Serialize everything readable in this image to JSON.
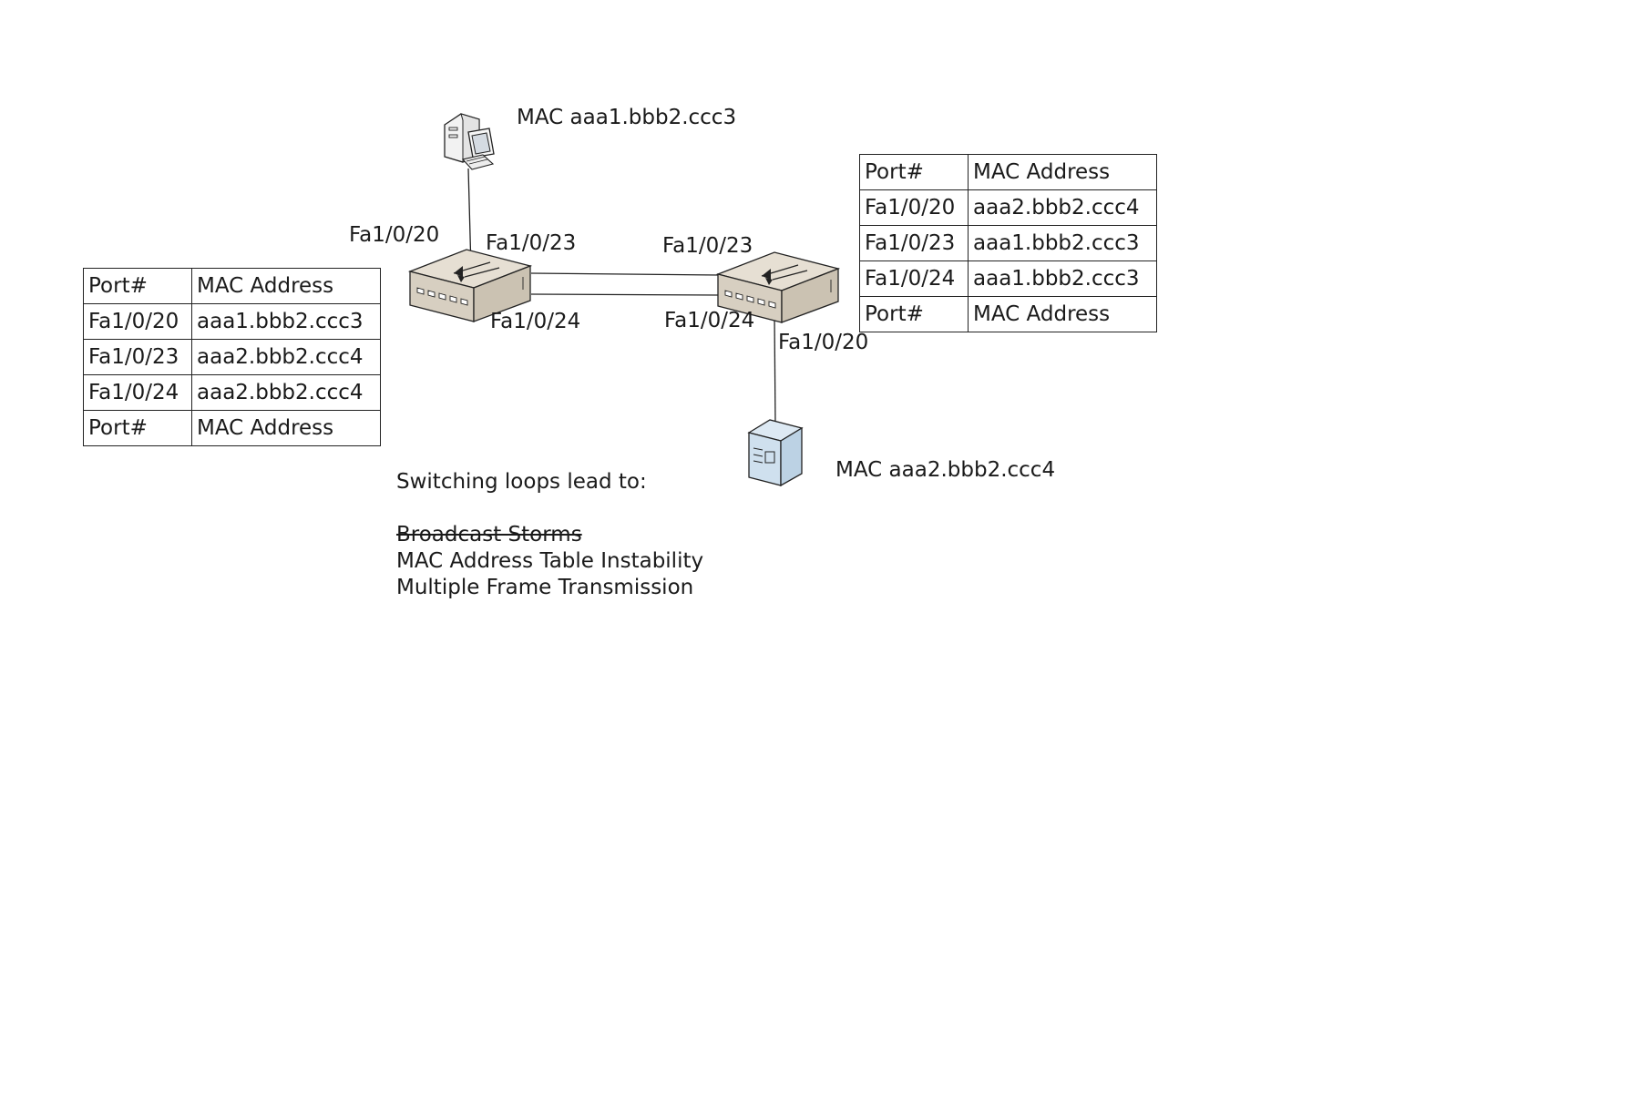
{
  "hosts": {
    "pc": {
      "label": "MAC aaa1.bbb2.ccc3"
    },
    "server": {
      "label": "MAC aaa2.bbb2.ccc4"
    }
  },
  "ports": {
    "sw1_fa20": "Fa1/0/20",
    "sw1_fa23": "Fa1/0/23",
    "sw1_fa24": "Fa1/0/24",
    "sw2_fa23": "Fa1/0/23",
    "sw2_fa24": "Fa1/0/24",
    "sw2_fa20": "Fa1/0/20"
  },
  "left_table": {
    "rows": [
      [
        "Port#",
        "MAC Address"
      ],
      [
        "Fa1/0/20",
        "aaa1.bbb2.ccc3"
      ],
      [
        "Fa1/0/23",
        "aaa2.bbb2.ccc4"
      ],
      [
        "Fa1/0/24",
        "aaa2.bbb2.ccc4"
      ],
      [
        "Port#",
        "MAC Address"
      ]
    ]
  },
  "right_table": {
    "rows": [
      [
        "Port#",
        "MAC Address"
      ],
      [
        "Fa1/0/20",
        "aaa2.bbb2.ccc4"
      ],
      [
        "Fa1/0/23",
        "aaa1.bbb2.ccc3"
      ],
      [
        "Fa1/0/24",
        "aaa1.bbb2.ccc3"
      ],
      [
        "Port#",
        "MAC Address"
      ]
    ]
  },
  "notes": {
    "heading": "Switching loops lead to:",
    "items": [
      {
        "text": "Broadcast Storms",
        "struck": true
      },
      {
        "text": "MAC Address Table Instability",
        "struck": false
      },
      {
        "text": "Multiple Frame Transmission",
        "struck": false
      }
    ]
  },
  "colors": {
    "switch_top": "#e6dfd3",
    "switch_side": "#d2c9ba",
    "server_body": "#cfe0ee",
    "line": "#222222"
  }
}
